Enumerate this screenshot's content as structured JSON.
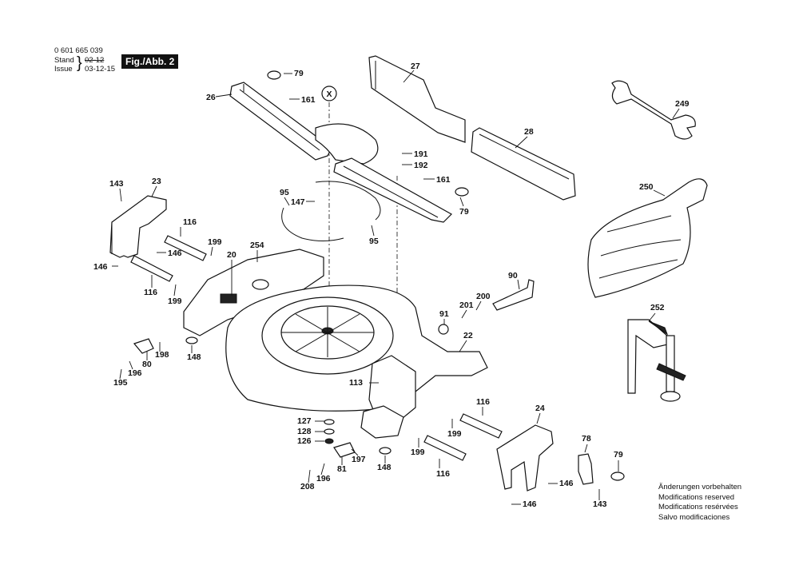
{
  "header": {
    "part_number": "0 601 665 039",
    "stand_label": "Stand",
    "stand_date": "02-12",
    "issue_label": "Issue",
    "issue_date": "03-12-15",
    "figure_label": "Fig./Abb. 2"
  },
  "notes": [
    "Änderungen vorbehalten",
    "Modifications reserved",
    "Modifications resérvées",
    "Salvo modificaciones"
  ],
  "callouts": [
    {
      "id": "c79a",
      "text": "79"
    },
    {
      "id": "c26",
      "text": "26"
    },
    {
      "id": "c161a",
      "text": "161"
    },
    {
      "id": "cX",
      "text": "X"
    },
    {
      "id": "c27",
      "text": "27"
    },
    {
      "id": "c249",
      "text": "249"
    },
    {
      "id": "c28",
      "text": "28"
    },
    {
      "id": "c191",
      "text": "191"
    },
    {
      "id": "c192",
      "text": "192"
    },
    {
      "id": "c161b",
      "text": "161"
    },
    {
      "id": "c79b",
      "text": "79"
    },
    {
      "id": "c250",
      "text": "250"
    },
    {
      "id": "c143a",
      "text": "143"
    },
    {
      "id": "c23",
      "text": "23"
    },
    {
      "id": "c95a",
      "text": "95"
    },
    {
      "id": "c147",
      "text": "147"
    },
    {
      "id": "c95b",
      "text": "95"
    },
    {
      "id": "c116a",
      "text": "116"
    },
    {
      "id": "c199a",
      "text": "199"
    },
    {
      "id": "c254",
      "text": "254"
    },
    {
      "id": "c146a",
      "text": "146"
    },
    {
      "id": "c20",
      "text": "20"
    },
    {
      "id": "c146b",
      "text": "146"
    },
    {
      "id": "c116b",
      "text": "116"
    },
    {
      "id": "c199b",
      "text": "199"
    },
    {
      "id": "c90",
      "text": "90"
    },
    {
      "id": "c200",
      "text": "200"
    },
    {
      "id": "c201",
      "text": "201"
    },
    {
      "id": "c91",
      "text": "91"
    },
    {
      "id": "c22",
      "text": "22"
    },
    {
      "id": "c252",
      "text": "252"
    },
    {
      "id": "c148a",
      "text": "148"
    },
    {
      "id": "c198",
      "text": "198"
    },
    {
      "id": "c80",
      "text": "80"
    },
    {
      "id": "c196a",
      "text": "196"
    },
    {
      "id": "c195",
      "text": "195"
    },
    {
      "id": "c113",
      "text": "113"
    },
    {
      "id": "c116c",
      "text": "116"
    },
    {
      "id": "c24",
      "text": "24"
    },
    {
      "id": "c127",
      "text": "127"
    },
    {
      "id": "c128",
      "text": "128"
    },
    {
      "id": "c126",
      "text": "126"
    },
    {
      "id": "c199c",
      "text": "199"
    },
    {
      "id": "c197",
      "text": "197"
    },
    {
      "id": "c199d",
      "text": "199"
    },
    {
      "id": "c78",
      "text": "78"
    },
    {
      "id": "c79c",
      "text": "79"
    },
    {
      "id": "c148b",
      "text": "148"
    },
    {
      "id": "c116d",
      "text": "116"
    },
    {
      "id": "c208",
      "text": "208"
    },
    {
      "id": "c196b",
      "text": "196"
    },
    {
      "id": "c81",
      "text": "81"
    },
    {
      "id": "c146c",
      "text": "146"
    },
    {
      "id": "c143b",
      "text": "143"
    },
    {
      "id": "c146d",
      "text": "146"
    }
  ]
}
